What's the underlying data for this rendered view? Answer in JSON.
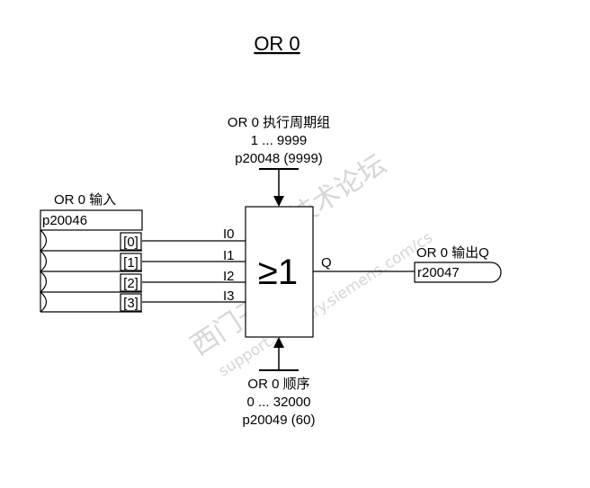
{
  "title": "OR 0",
  "exec_group": {
    "name": "OR 0 执行周期组",
    "range": "1 ... 9999",
    "param": "p20048 (9999)"
  },
  "input": {
    "name": "OR 0 输入",
    "param": "p20046",
    "indices": [
      "[0]",
      "[1]",
      "[2]",
      "[3]"
    ]
  },
  "gate": {
    "symbol": "≥1",
    "inputs": [
      "I0",
      "I1",
      "I2",
      "I3"
    ],
    "output": "Q"
  },
  "output": {
    "name": "OR 0 输出Q",
    "param": "r20047"
  },
  "order": {
    "name": "OR 0 顺序",
    "range": "0 ... 32000",
    "param": "p20049 (60)"
  },
  "watermark": {
    "line1": "西门子工业",
    "line2": "技术论坛",
    "line3": "support.industry.siemens.com/cs"
  }
}
